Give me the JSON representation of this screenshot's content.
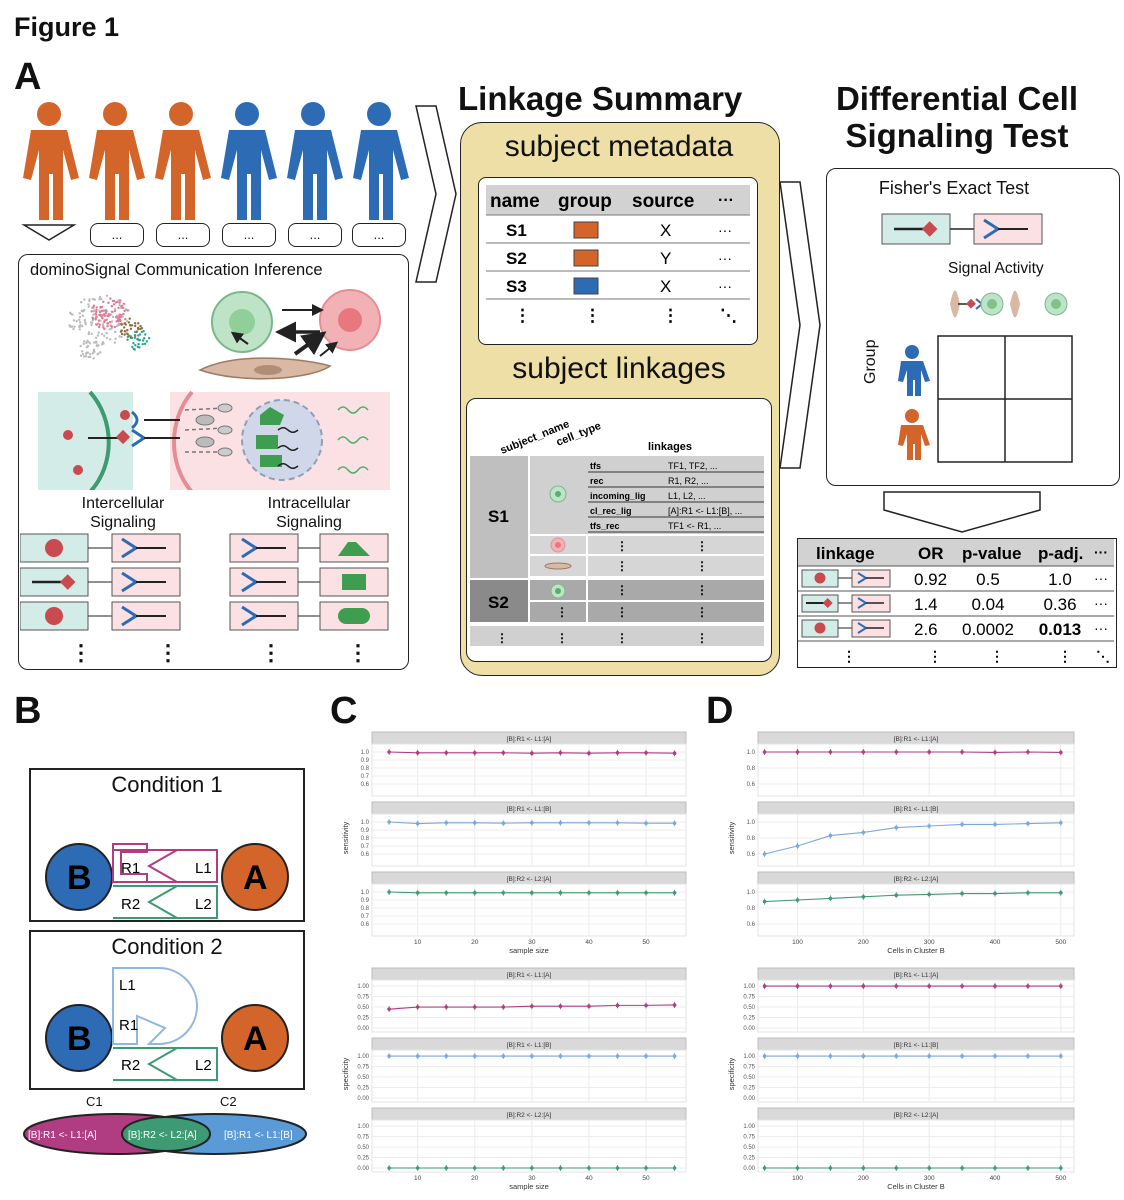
{
  "figure_title": "Figure 1",
  "panels": {
    "a": "A",
    "b": "B",
    "c": "C",
    "d": "D"
  },
  "colors": {
    "orange": "#d4652a",
    "blue": "#2d6cb5",
    "green": "#45a06a",
    "magenta": "#b03c82",
    "lightblue": "#8fb8e0",
    "pink": "#fbe1e3",
    "teal": "#d4ece7",
    "tan": "#eedfa6"
  },
  "panel_a": {
    "subject_tags": [
      "...",
      "...",
      "...",
      "...",
      "..."
    ],
    "inference_title": "dominoSignal Communication Inference",
    "intercellular": "Intercellular\nSignaling",
    "intracellular": "Intracellular\nSignaling",
    "ellipsis": "⋮"
  },
  "linkage_summary": {
    "title": "Linkage Summary",
    "metadata_title": "subject metadata",
    "headers": [
      "name",
      "group",
      "source",
      "···"
    ],
    "rows": [
      {
        "name": "S1",
        "group_color": "#d4652a",
        "source": "X",
        "more": "···"
      },
      {
        "name": "S2",
        "group_color": "#d4652a",
        "source": "Y",
        "more": "···"
      },
      {
        "name": "S3",
        "group_color": "#2d6cb5",
        "source": "X",
        "more": "···"
      }
    ],
    "vdots": "⋮",
    "ddots": "⋱",
    "linkages_title": "subject linkages",
    "col_subject": "subject_name",
    "col_cell": "cell_type",
    "col_linkages": "linkages",
    "s1": "S1",
    "s2": "S2",
    "link_rows": [
      {
        "key": "tfs",
        "val": "TF1, TF2, ..."
      },
      {
        "key": "rec",
        "val": "R1, R2, ..."
      },
      {
        "key": "incoming_lig",
        "val": "L1, L2, ..."
      },
      {
        "key": "cl_rec_lig",
        "val": "[A]:R1 <- L1:[B], ..."
      },
      {
        "key": "tfs_rec",
        "val": "TF1 <- R1, ..."
      }
    ]
  },
  "differential": {
    "title": "Differential Cell\nSignaling Test",
    "fisher": "Fisher's Exact Test",
    "signal_activity": "Signal Activity",
    "group": "Group",
    "result_headers": [
      "linkage",
      "OR",
      "p-value",
      "p-adj.",
      "···"
    ],
    "result_rows": [
      {
        "or": "0.92",
        "p": "0.5",
        "padj": "1.0",
        "more": "···",
        "bold": false
      },
      {
        "or": "1.4",
        "p": "0.04",
        "padj": "0.36",
        "more": "···",
        "bold": false
      },
      {
        "or": "2.6",
        "p": "0.0002",
        "padj": "0.013",
        "more": "···",
        "bold": true
      }
    ]
  },
  "panel_b": {
    "condition1": "Condition 1",
    "condition2": "Condition 2",
    "cellB": "B",
    "cellA": "A",
    "R1": "R1",
    "R2": "R2",
    "L1": "L1",
    "L2": "L2",
    "c1": "C1",
    "c2": "C2",
    "venn_left": "[B]:R1 <- L1:[A]",
    "venn_mid": "[B]:R2 <- L2:[A]",
    "venn_right": "[B]:R1 <- L1:[B]"
  },
  "chart_data": [
    {
      "type": "line",
      "panel": "C",
      "ylabel": "sensitivity",
      "xlabel": "sample size",
      "x": [
        5,
        10,
        15,
        20,
        25,
        30,
        35,
        40,
        45,
        50,
        55
      ],
      "xticks": [
        10,
        20,
        30,
        40,
        50
      ],
      "xlim": [
        2,
        57
      ],
      "facets": [
        {
          "title": "[B]:R1 <- L1:[A]",
          "color": "#b03c82",
          "ylim": [
            0.5,
            1.05
          ],
          "yticks": [
            0.6,
            0.7,
            0.8,
            0.9,
            1.0
          ],
          "values": [
            1.0,
            0.99,
            0.99,
            0.99,
            0.99,
            0.985,
            0.99,
            0.985,
            0.99,
            0.99,
            0.985
          ]
        },
        {
          "title": "[B]:R1 <- L1:[B]",
          "color": "#7aa8dc",
          "ylim": [
            0.5,
            1.05
          ],
          "yticks": [
            0.6,
            0.7,
            0.8,
            0.9,
            1.0
          ],
          "values": [
            1.0,
            0.98,
            0.99,
            0.99,
            0.985,
            0.99,
            0.99,
            0.99,
            0.99,
            0.985,
            0.985
          ]
        },
        {
          "title": "[B]:R2 <- L2:[A]",
          "color": "#3d9a72",
          "ylim": [
            0.5,
            1.05
          ],
          "yticks": [
            0.6,
            0.7,
            0.8,
            0.9,
            1.0
          ],
          "values": [
            1.0,
            0.99,
            0.99,
            0.99,
            0.99,
            0.99,
            0.99,
            0.99,
            0.99,
            0.99,
            0.99
          ]
        }
      ]
    },
    {
      "type": "line",
      "panel": "C",
      "ylabel": "specificity",
      "xlabel": "sample size",
      "x": [
        5,
        10,
        15,
        20,
        25,
        30,
        35,
        40,
        45,
        50,
        55
      ],
      "xticks": [
        10,
        20,
        30,
        40,
        50
      ],
      "xlim": [
        2,
        57
      ],
      "facets": [
        {
          "title": "[B]:R1 <- L1:[A]",
          "color": "#b03c82",
          "ylim": [
            0,
            1.05
          ],
          "yticks": [
            0.0,
            0.25,
            0.5,
            0.75,
            1.0
          ],
          "values": [
            0.45,
            0.5,
            0.5,
            0.5,
            0.5,
            0.52,
            0.52,
            0.52,
            0.54,
            0.54,
            0.55
          ]
        },
        {
          "title": "[B]:R1 <- L1:[B]",
          "color": "#7aa8dc",
          "ylim": [
            0,
            1.05
          ],
          "yticks": [
            0.0,
            0.25,
            0.5,
            0.75,
            1.0
          ],
          "values": [
            1.0,
            1.0,
            1.0,
            1.0,
            1.0,
            1.0,
            1.0,
            1.0,
            1.0,
            1.0,
            1.0
          ]
        },
        {
          "title": "[B]:R2 <- L2:[A]",
          "color": "#3d9a72",
          "ylim": [
            0,
            1.05
          ],
          "yticks": [
            0.0,
            0.25,
            0.5,
            0.75,
            1.0
          ],
          "values": [
            0.0,
            0.0,
            0.0,
            0.0,
            0.0,
            0.0,
            0.0,
            0.0,
            0.0,
            0.0,
            0.0
          ]
        }
      ]
    },
    {
      "type": "line",
      "panel": "D",
      "ylabel": "sensitivity",
      "xlabel": "Cells in Cluster B",
      "x": [
        50,
        100,
        150,
        200,
        250,
        300,
        350,
        400,
        450,
        500
      ],
      "xticks": [
        100,
        200,
        300,
        400,
        500
      ],
      "xlim": [
        40,
        520
      ],
      "facets": [
        {
          "title": "[B]:R1 <- L1:[A]",
          "color": "#b03c82",
          "ylim": [
            0.5,
            1.05
          ],
          "yticks": [
            0.6,
            0.8,
            1.0
          ],
          "values": [
            1.0,
            1.0,
            1.0,
            1.0,
            1.0,
            1.0,
            1.0,
            0.995,
            1.0,
            0.995
          ]
        },
        {
          "title": "[B]:R1 <- L1:[B]",
          "color": "#7aa8dc",
          "ylim": [
            0.5,
            1.05
          ],
          "yticks": [
            0.6,
            0.8,
            1.0
          ],
          "values": [
            0.6,
            0.7,
            0.83,
            0.87,
            0.93,
            0.95,
            0.97,
            0.97,
            0.98,
            0.99
          ]
        },
        {
          "title": "[B]:R2 <- L2:[A]",
          "color": "#3d9a72",
          "ylim": [
            0.5,
            1.05
          ],
          "yticks": [
            0.6,
            0.8,
            1.0
          ],
          "values": [
            0.88,
            0.9,
            0.92,
            0.94,
            0.96,
            0.97,
            0.98,
            0.98,
            0.99,
            0.99
          ]
        }
      ]
    },
    {
      "type": "line",
      "panel": "D",
      "ylabel": "specificity",
      "xlabel": "Cells in Cluster B",
      "x": [
        50,
        100,
        150,
        200,
        250,
        300,
        350,
        400,
        450,
        500
      ],
      "xticks": [
        100,
        200,
        300,
        400,
        500
      ],
      "xlim": [
        40,
        520
      ],
      "facets": [
        {
          "title": "[B]:R1 <- L1:[A]",
          "color": "#b03c82",
          "ylim": [
            0,
            1.05
          ],
          "yticks": [
            0.0,
            0.25,
            0.5,
            0.75,
            1.0
          ],
          "values": [
            1.0,
            1.0,
            1.0,
            1.0,
            1.0,
            1.0,
            1.0,
            1.0,
            1.0,
            1.0
          ]
        },
        {
          "title": "[B]:R1 <- L1:[B]",
          "color": "#7aa8dc",
          "ylim": [
            0,
            1.05
          ],
          "yticks": [
            0.0,
            0.25,
            0.5,
            0.75,
            1.0
          ],
          "values": [
            1.0,
            1.0,
            1.0,
            1.0,
            1.0,
            1.0,
            1.0,
            1.0,
            1.0,
            1.0
          ]
        },
        {
          "title": "[B]:R2 <- L2:[A]",
          "color": "#3d9a72",
          "ylim": [
            0,
            1.05
          ],
          "yticks": [
            0.0,
            0.25,
            0.5,
            0.75,
            1.0
          ],
          "values": [
            0.0,
            0.0,
            0.0,
            0.0,
            0.0,
            0.0,
            0.0,
            0.0,
            0.0,
            0.0
          ]
        }
      ]
    }
  ]
}
